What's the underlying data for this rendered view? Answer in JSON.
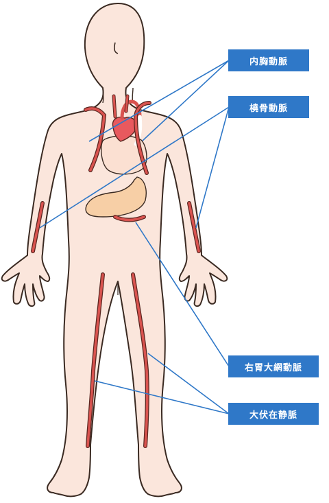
{
  "labels": {
    "internal_thoracic_artery": "内胸動脈",
    "radial_artery": "橈骨動脈",
    "right_gastroepiploic_artery": "右胃大網動脈",
    "great_saphenous_vein": "大伏在静脈"
  },
  "colors": {
    "skin": "#fbe6dc",
    "outline": "#3a2a22",
    "vessel": "#d9534f",
    "vessel_outline": "#5a2620",
    "heart": "#e8595e",
    "stomach": "#f7cfa6",
    "lung": "#fbe0d2",
    "label_bg": "#2f78c8",
    "leader_line": "#2f78c8"
  }
}
